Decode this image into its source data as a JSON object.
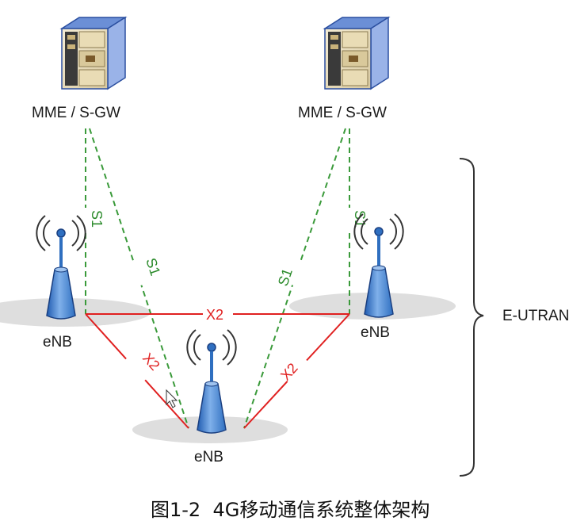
{
  "nodes": {
    "mme_left": {
      "label": "MME / S-GW",
      "icon": "server-cabinet-icon"
    },
    "mme_right": {
      "label": "MME / S-GW",
      "icon": "server-cabinet-icon"
    },
    "enb_left": {
      "label": "eNB",
      "icon": "antenna-tower-icon"
    },
    "enb_right": {
      "label": "eNB",
      "icon": "antenna-tower-icon"
    },
    "enb_bottom": {
      "label": "eNB",
      "icon": "antenna-tower-icon"
    }
  },
  "links": {
    "s1_label": "S1",
    "x2_label": "X2"
  },
  "group": {
    "label": "E-UTRAN"
  },
  "caption": "图1-2  4G移动通信系统整体架构",
  "colors": {
    "s1_line": "#3a9a3a",
    "x2_line": "#e02020",
    "tower": "#2f6fc0",
    "shadow": "#dcdcdc"
  }
}
